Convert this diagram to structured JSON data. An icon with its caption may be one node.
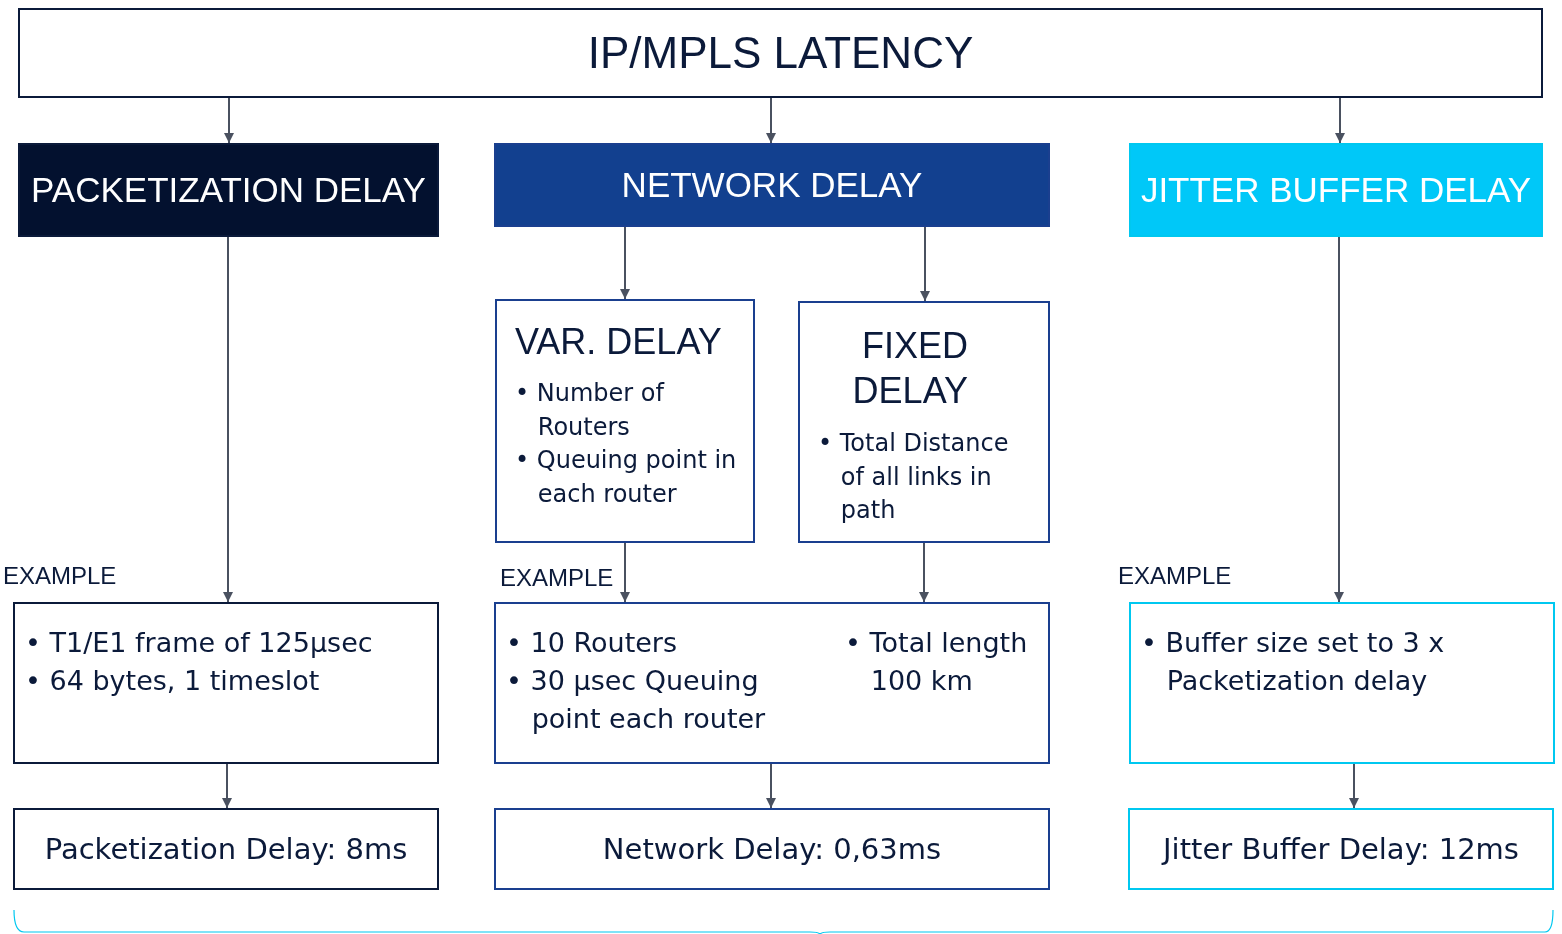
{
  "diagram": {
    "nodes": [
      {
        "text": [
          "IP/MPLS LATENCY"
        ]
      },
      {
        "text": [
          "PACKETIZATION DELAY"
        ]
      },
      {
        "text": [
          "NETWORK DELAY"
        ]
      },
      {
        "text": [
          "JITTER BUFFER DELAY"
        ]
      },
      {
        "text": [
          "VAR. DELAY",
          "• Number of Routers",
          "• Queuing point in each router"
        ]
      },
      {
        "text": [
          "FIXED DELAY",
          "• Total Distance of all links in path"
        ]
      },
      {
        "text": [
          "• T1/E1 frame of 125µsec",
          "• 64 bytes, 1 timeslot"
        ],
        "beside": [
          "EXAMPLE"
        ]
      },
      {
        "text": [
          "• 10 Routers",
          "• 30 µsec Queuing point each router",
          "• Total length 100 km"
        ],
        "beside": [
          "EXAMPLE"
        ]
      },
      {
        "text": [
          "• Buffer size set to 3 x Packetization delay"
        ],
        "beside": [
          "EXAMPLE"
        ]
      },
      {
        "text": [
          "Packetization Delay: 8ms"
        ]
      },
      {
        "text": [
          "Network Delay: 0,63ms"
        ]
      },
      {
        "text": [
          "Jitter Buffer Delay: 12ms"
        ]
      }
    ],
    "edges": [
      {
        "from": 0,
        "to": 1,
        "arrow": "to"
      },
      {
        "from": 0,
        "to": 2,
        "arrow": "to"
      },
      {
        "from": 0,
        "to": 3,
        "arrow": "to"
      },
      {
        "from": 1,
        "to": 6,
        "arrow": "to"
      },
      {
        "from": 2,
        "to": 4,
        "arrow": "to"
      },
      {
        "from": 2,
        "to": 5,
        "arrow": "to"
      },
      {
        "from": 4,
        "to": 7,
        "arrow": "to"
      },
      {
        "from": 5,
        "to": 7,
        "arrow": "to"
      },
      {
        "from": 3,
        "to": 8,
        "arrow": "to"
      },
      {
        "from": 6,
        "to": 9,
        "arrow": "to"
      },
      {
        "from": 7,
        "to": 10,
        "arrow": "to"
      },
      {
        "from": 8,
        "to": 11,
        "arrow": "to"
      }
    ]
  }
}
